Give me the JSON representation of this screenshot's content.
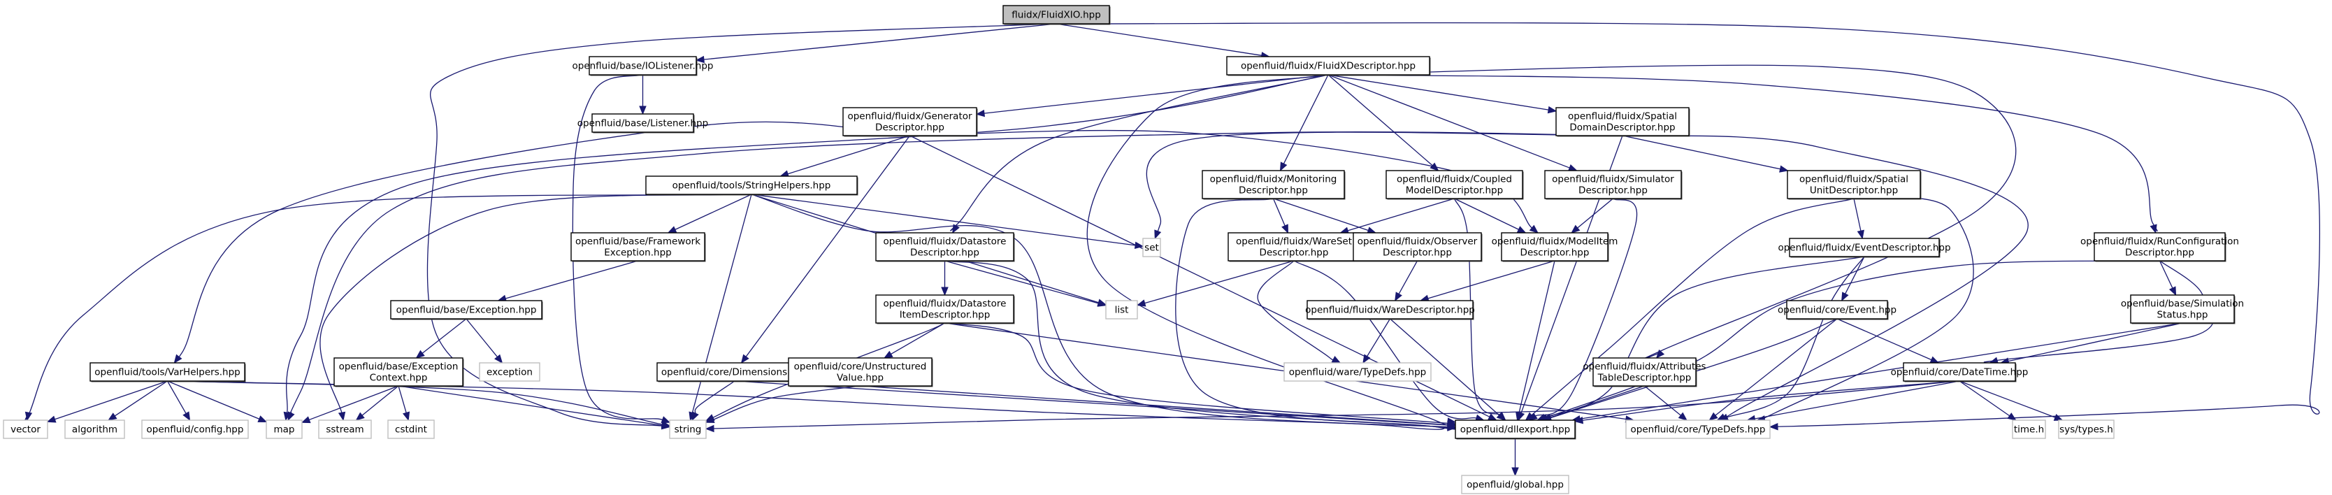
{
  "diagram": {
    "title": "fluidx/FluidXIO.hpp include dependency graph",
    "colors": {
      "edge": "#191970",
      "root_fill": "#bfbfbf",
      "node_border": "#000000",
      "external_border": "#bfbfbf"
    },
    "nodes": [
      {
        "id": "root",
        "lines": [
          "fluidx/FluidXIO.hpp"
        ],
        "kind": "root"
      },
      {
        "id": "iolistener",
        "lines": [
          "openfluid/base/IOListener.hpp"
        ],
        "kind": "file"
      },
      {
        "id": "listener",
        "lines": [
          "openfluid/base/Listener.hpp"
        ],
        "kind": "file"
      },
      {
        "id": "fluidxdesc",
        "lines": [
          "openfluid/fluidx/FluidXDescriptor.hpp"
        ],
        "kind": "file"
      },
      {
        "id": "gendesc",
        "lines": [
          "openfluid/fluidx/Generator",
          "Descriptor.hpp"
        ],
        "kind": "file"
      },
      {
        "id": "spatialdomain",
        "lines": [
          "openfluid/fluidx/Spatial",
          "DomainDescriptor.hpp"
        ],
        "kind": "file"
      },
      {
        "id": "stringhelpers",
        "lines": [
          "openfluid/tools/StringHelpers.hpp"
        ],
        "kind": "file"
      },
      {
        "id": "monitoring",
        "lines": [
          "openfluid/fluidx/Monitoring",
          "Descriptor.hpp"
        ],
        "kind": "file"
      },
      {
        "id": "coupled",
        "lines": [
          "openfluid/fluidx/Coupled",
          "ModelDescriptor.hpp"
        ],
        "kind": "file"
      },
      {
        "id": "simulator",
        "lines": [
          "openfluid/fluidx/Simulator",
          "Descriptor.hpp"
        ],
        "kind": "file"
      },
      {
        "id": "spatialunit",
        "lines": [
          "openfluid/fluidx/Spatial",
          "UnitDescriptor.hpp"
        ],
        "kind": "file"
      },
      {
        "id": "runconfig",
        "lines": [
          "openfluid/fluidx/RunConfiguration",
          "Descriptor.hpp"
        ],
        "kind": "file"
      },
      {
        "id": "frameworkexc",
        "lines": [
          "openfluid/base/Framework",
          "Exception.hpp"
        ],
        "kind": "file"
      },
      {
        "id": "datastore",
        "lines": [
          "openfluid/fluidx/Datastore",
          "Descriptor.hpp"
        ],
        "kind": "file"
      },
      {
        "id": "set",
        "lines": [
          "set"
        ],
        "kind": "external"
      },
      {
        "id": "wareset",
        "lines": [
          "openfluid/fluidx/WareSet",
          "Descriptor.hpp"
        ],
        "kind": "file"
      },
      {
        "id": "observer",
        "lines": [
          "openfluid/fluidx/Observer",
          "Descriptor.hpp"
        ],
        "kind": "file"
      },
      {
        "id": "modelitem",
        "lines": [
          "openfluid/fluidx/ModelItem",
          "Descriptor.hpp"
        ],
        "kind": "file"
      },
      {
        "id": "eventdesc",
        "lines": [
          "openfluid/fluidx/EventDescriptor.hpp"
        ],
        "kind": "file"
      },
      {
        "id": "exception",
        "lines": [
          "openfluid/base/Exception.hpp"
        ],
        "kind": "file"
      },
      {
        "id": "list",
        "lines": [
          "list"
        ],
        "kind": "external"
      },
      {
        "id": "datastoreitem",
        "lines": [
          "openfluid/fluidx/Datastore",
          "ItemDescriptor.hpp"
        ],
        "kind": "file"
      },
      {
        "id": "waredesc",
        "lines": [
          "openfluid/fluidx/WareDescriptor.hpp"
        ],
        "kind": "file"
      },
      {
        "id": "event",
        "lines": [
          "openfluid/core/Event.hpp"
        ],
        "kind": "file"
      },
      {
        "id": "simstatus",
        "lines": [
          "openfluid/base/Simulation",
          "Status.hpp"
        ],
        "kind": "file"
      },
      {
        "id": "varhelpers",
        "lines": [
          "openfluid/tools/VarHelpers.hpp"
        ],
        "kind": "file"
      },
      {
        "id": "exccontext",
        "lines": [
          "openfluid/base/Exception",
          "Context.hpp"
        ],
        "kind": "file"
      },
      {
        "id": "stdexception",
        "lines": [
          "exception"
        ],
        "kind": "external"
      },
      {
        "id": "dimensions",
        "lines": [
          "openfluid/core/Dimensions.hpp"
        ],
        "kind": "file"
      },
      {
        "id": "unstructured",
        "lines": [
          "openfluid/core/Unstructured",
          "Value.hpp"
        ],
        "kind": "file"
      },
      {
        "id": "waretypedefs",
        "lines": [
          "openfluid/ware/TypeDefs.hpp"
        ],
        "kind": "external"
      },
      {
        "id": "attrtable",
        "lines": [
          "openfluid/fluidx/Attributes",
          "TableDescriptor.hpp"
        ],
        "kind": "file"
      },
      {
        "id": "datetime",
        "lines": [
          "openfluid/core/DateTime.hpp"
        ],
        "kind": "file"
      },
      {
        "id": "vector",
        "lines": [
          "vector"
        ],
        "kind": "external"
      },
      {
        "id": "algorithm",
        "lines": [
          "algorithm"
        ],
        "kind": "external"
      },
      {
        "id": "config",
        "lines": [
          "openfluid/config.hpp"
        ],
        "kind": "external"
      },
      {
        "id": "map",
        "lines": [
          "map"
        ],
        "kind": "external"
      },
      {
        "id": "sstream",
        "lines": [
          "sstream"
        ],
        "kind": "external"
      },
      {
        "id": "cstdint",
        "lines": [
          "cstdint"
        ],
        "kind": "external"
      },
      {
        "id": "string",
        "lines": [
          "string"
        ],
        "kind": "external"
      },
      {
        "id": "dllexport",
        "lines": [
          "openfluid/dllexport.hpp"
        ],
        "kind": "file"
      },
      {
        "id": "coretypedefs",
        "lines": [
          "openfluid/core/TypeDefs.hpp"
        ],
        "kind": "external"
      },
      {
        "id": "timeh",
        "lines": [
          "time.h"
        ],
        "kind": "external"
      },
      {
        "id": "systypes",
        "lines": [
          "sys/types.h"
        ],
        "kind": "external"
      },
      {
        "id": "global",
        "lines": [
          "openfluid/global.hpp"
        ],
        "kind": "external"
      }
    ],
    "edges": [
      [
        "root",
        "iolistener"
      ],
      [
        "root",
        "fluidxdesc"
      ],
      [
        "root",
        "string"
      ],
      [
        "root",
        "coretypedefs"
      ],
      [
        "iolistener",
        "listener"
      ],
      [
        "iolistener",
        "string"
      ],
      [
        "fluidxdesc",
        "gendesc"
      ],
      [
        "fluidxdesc",
        "spatialdomain"
      ],
      [
        "fluidxdesc",
        "monitoring"
      ],
      [
        "fluidxdesc",
        "coupled"
      ],
      [
        "fluidxdesc",
        "simulator"
      ],
      [
        "fluidxdesc",
        "runconfig"
      ],
      [
        "fluidxdesc",
        "datastore"
      ],
      [
        "fluidxdesc",
        "dllexport"
      ],
      [
        "fluidxdesc",
        "attrtable"
      ],
      [
        "fluidxdesc",
        "map"
      ],
      [
        "gendesc",
        "stringhelpers"
      ],
      [
        "gendesc",
        "varhelpers"
      ],
      [
        "gendesc",
        "dimensions"
      ],
      [
        "gendesc",
        "modelitem"
      ],
      [
        "gendesc",
        "dllexport"
      ],
      [
        "spatialdomain",
        "spatialunit"
      ],
      [
        "spatialdomain",
        "set"
      ],
      [
        "spatialdomain",
        "dllexport"
      ],
      [
        "spatialdomain",
        "coretypedefs"
      ],
      [
        "spatialdomain",
        "map"
      ],
      [
        "stringhelpers",
        "frameworkexc"
      ],
      [
        "stringhelpers",
        "set"
      ],
      [
        "stringhelpers",
        "list"
      ],
      [
        "stringhelpers",
        "vector"
      ],
      [
        "stringhelpers",
        "string"
      ],
      [
        "stringhelpers",
        "sstream"
      ],
      [
        "stringhelpers",
        "dllexport"
      ],
      [
        "monitoring",
        "wareset"
      ],
      [
        "monitoring",
        "observer"
      ],
      [
        "monitoring",
        "dllexport"
      ],
      [
        "coupled",
        "wareset"
      ],
      [
        "coupled",
        "modelitem"
      ],
      [
        "coupled",
        "dllexport"
      ],
      [
        "simulator",
        "modelitem"
      ],
      [
        "simulator",
        "dllexport"
      ],
      [
        "spatialunit",
        "eventdesc"
      ],
      [
        "spatialunit",
        "dllexport"
      ],
      [
        "spatialunit",
        "coretypedefs"
      ],
      [
        "runconfig",
        "simstatus"
      ],
      [
        "runconfig",
        "datetime"
      ],
      [
        "runconfig",
        "dllexport"
      ],
      [
        "frameworkexc",
        "exception"
      ],
      [
        "datastore",
        "datastoreitem"
      ],
      [
        "datastore",
        "list"
      ],
      [
        "datastore",
        "dllexport"
      ],
      [
        "wareset",
        "list"
      ],
      [
        "wareset",
        "waretypedefs"
      ],
      [
        "wareset",
        "dllexport"
      ],
      [
        "observer",
        "waredesc"
      ],
      [
        "modelitem",
        "waredesc"
      ],
      [
        "modelitem",
        "dllexport"
      ],
      [
        "eventdesc",
        "event"
      ],
      [
        "eventdesc",
        "dllexport"
      ],
      [
        "eventdesc",
        "coretypedefs"
      ],
      [
        "exception",
        "exccontext"
      ],
      [
        "exception",
        "stdexception"
      ],
      [
        "datastoreitem",
        "unstructured"
      ],
      [
        "datastoreitem",
        "string"
      ],
      [
        "datastoreitem",
        "dllexport"
      ],
      [
        "datastoreitem",
        "coretypedefs"
      ],
      [
        "waredesc",
        "waretypedefs"
      ],
      [
        "waredesc",
        "dllexport"
      ],
      [
        "event",
        "datetime"
      ],
      [
        "event",
        "dllexport"
      ],
      [
        "event",
        "coretypedefs"
      ],
      [
        "simstatus",
        "datetime"
      ],
      [
        "simstatus",
        "dllexport"
      ],
      [
        "varhelpers",
        "vector"
      ],
      [
        "varhelpers",
        "algorithm"
      ],
      [
        "varhelpers",
        "config"
      ],
      [
        "varhelpers",
        "map"
      ],
      [
        "varhelpers",
        "dllexport"
      ],
      [
        "varhelpers",
        "string"
      ],
      [
        "exccontext",
        "map"
      ],
      [
        "exccontext",
        "sstream"
      ],
      [
        "exccontext",
        "cstdint"
      ],
      [
        "exccontext",
        "string"
      ],
      [
        "dimensions",
        "string"
      ],
      [
        "dimensions",
        "dllexport"
      ],
      [
        "unstructured",
        "string"
      ],
      [
        "unstructured",
        "dllexport"
      ],
      [
        "attrtable",
        "dllexport"
      ],
      [
        "attrtable",
        "coretypedefs"
      ],
      [
        "datetime",
        "timeh"
      ],
      [
        "datetime",
        "systypes"
      ],
      [
        "datetime",
        "string"
      ],
      [
        "datetime",
        "dllexport"
      ],
      [
        "datetime",
        "coretypedefs"
      ],
      [
        "dllexport",
        "global"
      ]
    ]
  }
}
